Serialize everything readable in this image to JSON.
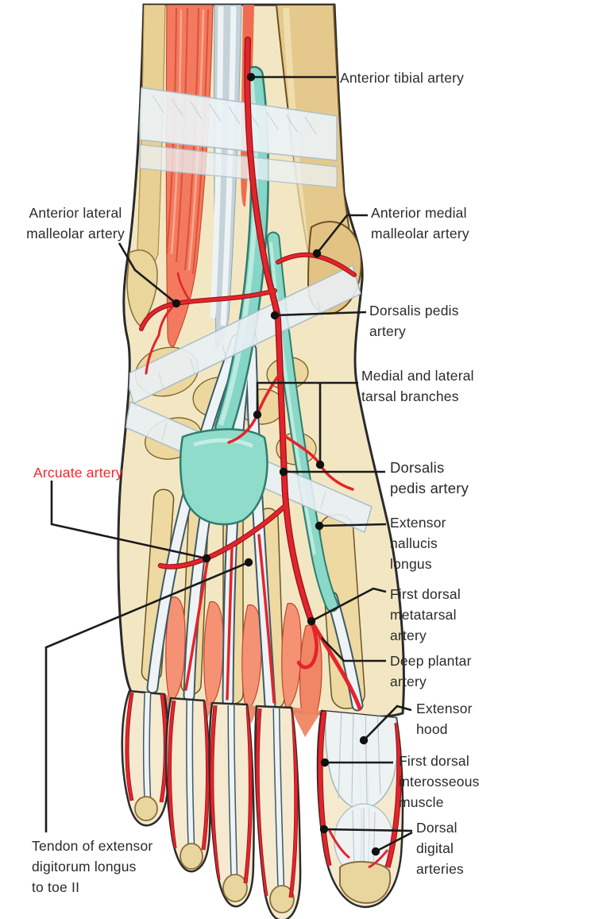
{
  "labels": {
    "anterior_tibial_artery": "Anterior tibial artery",
    "anterior_lateral_malleolar_artery": "Anterior lateral\nmalleolar artery",
    "anterior_medial_malleolar_artery": "Anterior medial\nmalleolar artery",
    "dorsalis_pedis_artery_upper": "Dorsalis pedis\nartery",
    "medial_lateral_tarsal_branches": "Medial and lateral\ntarsal branches",
    "dorsalis_pedis_artery_lower": "Dorsalis\npedis artery",
    "arcuate_artery": "Arcuate artery",
    "extensor_hallucis_longus": "Extensor\nhallucis\nlongus",
    "first_dorsal_metatarsal_artery": "First dorsal\nmetatarsal\nartery",
    "deep_plantar_artery": "Deep plantar\nartery",
    "extensor_hood": "Extensor\nhood",
    "first_dorsal_interosseous_muscle": "First dorsal\ninterosseous\nmuscle",
    "dorsal_digital_arteries": "Dorsal\ndigital\narteries",
    "tendon_extensor_digitorum_longus_toe2": "Tendon of extensor\ndigitorum longus\nto toe II"
  },
  "colors": {
    "label_text": "#2a2a2a",
    "highlight_label_red": "#f5262a",
    "artery_red": "#e3242b",
    "tendon_teal": "#85d6c6",
    "bone_tan": "#e6cc8f",
    "skin_light": "#f3e7c3",
    "muscle_orange": "#f37a5f",
    "retinaculum_white": "#e8f0f3",
    "leader_line": "#1b1b1b"
  }
}
